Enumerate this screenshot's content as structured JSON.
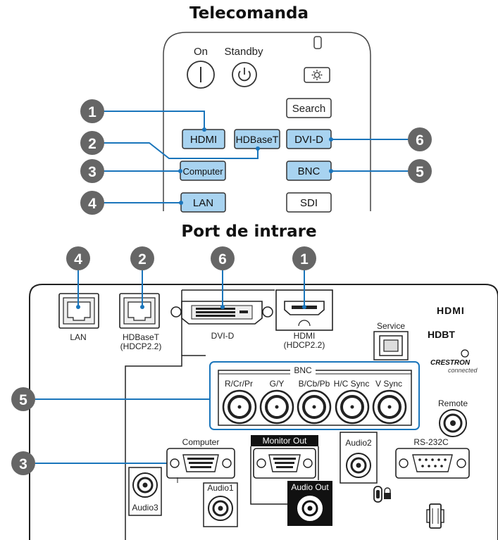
{
  "titles": {
    "remote": "Telecomanda",
    "ports": "Port de intrare"
  },
  "remote": {
    "on": "On",
    "standby": "Standby",
    "sun_icon": "sun-icon",
    "buttons": {
      "search": "Search",
      "hdmi": "HDMI",
      "hdbaset": "HDBaseT",
      "dvid": "DVI-D",
      "computer": "Computer",
      "bnc": "BNC",
      "lan": "LAN",
      "sdi": "SDI"
    }
  },
  "callouts": {
    "n1": "1",
    "n2": "2",
    "n3": "3",
    "n4": "4",
    "n5": "5",
    "n6": "6"
  },
  "ports": {
    "lan": "LAN",
    "hdbaset": "HDBaseT",
    "hdbaset_sub": "(HDCP2.2)",
    "dvid": "DVI-D",
    "hdmi": "HDMI",
    "hdmi_sub": "(HDCP2.2)",
    "service": "Service",
    "bnc_group": "BNC",
    "bnc_rcrpr": "R/Cr/Pr",
    "bnc_gy": "G/Y",
    "bnc_bcbpb": "B/Cb/Pb",
    "bnc_hcsync": "H/C Sync",
    "bnc_vsync": "V Sync",
    "remote": "Remote",
    "computer": "Computer",
    "monitor_out": "Monitor Out",
    "audio2": "Audio2",
    "rs232c": "RS-232C",
    "audio1": "Audio1",
    "audio_out": "Audio Out",
    "audio3": "Audio3"
  },
  "logos": {
    "hdmi": "HDMI",
    "hdbaset": "HDBT",
    "crestron": "CRESTRON",
    "crestron_sub": "connected"
  },
  "colors": {
    "button_fill": "#a8d3f0",
    "accent": "#1a75bb",
    "callout": "#666666",
    "dark_label_bg": "#111111"
  }
}
